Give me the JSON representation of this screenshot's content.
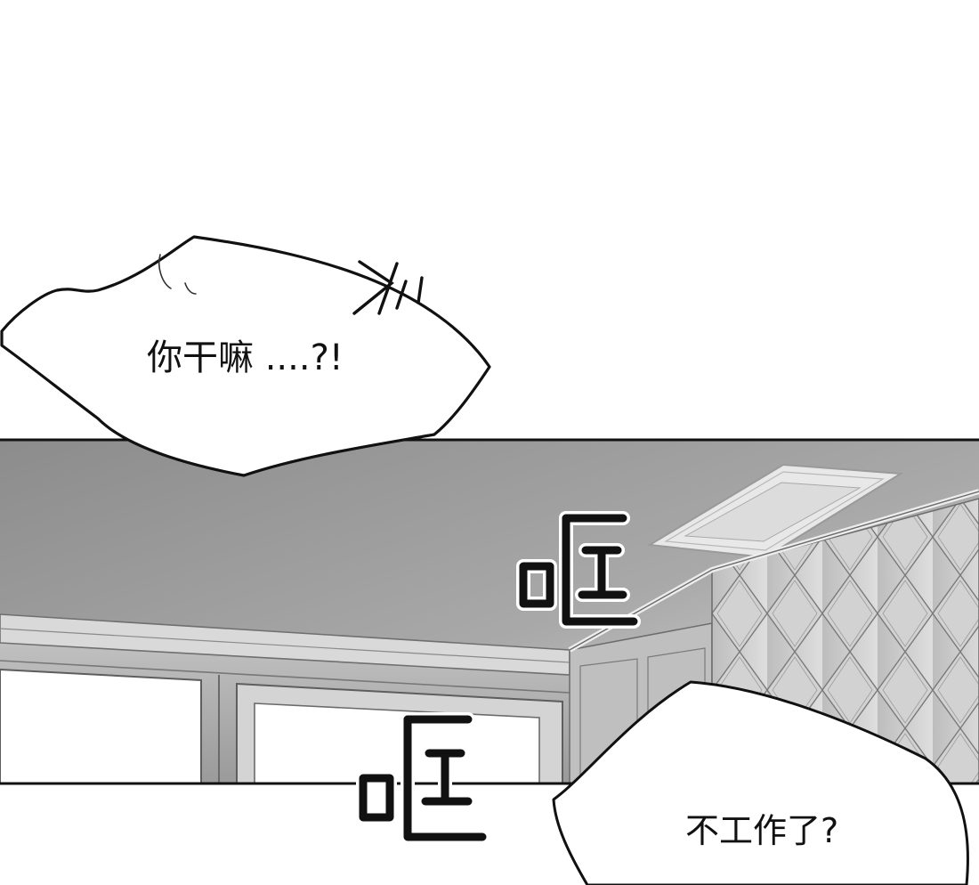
{
  "dialogue": {
    "top_bubble": "你干嘛 ....?!",
    "bottom_bubble": "不工作了?"
  },
  "sound_effects": {
    "knock_upper": "哐",
    "knock_lower": "哐"
  },
  "colors": {
    "ink": "#111111",
    "paper": "#ffffff",
    "ceiling_dark": "#8a8a8a",
    "ceiling_light": "#d9d9d9"
  }
}
